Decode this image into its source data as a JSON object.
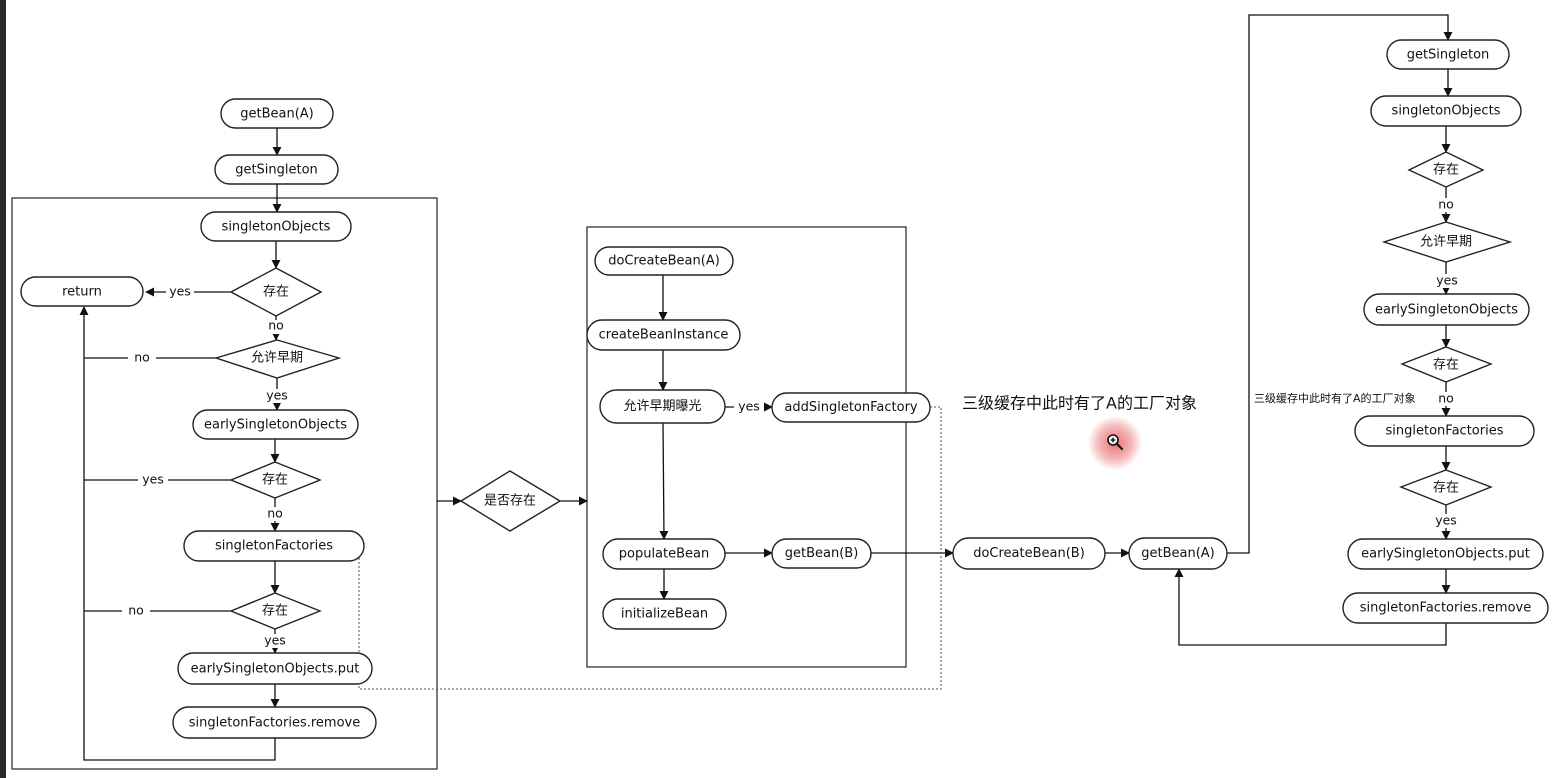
{
  "nodes": {
    "getbean_a": "getBean(A)",
    "get_singleton": "getSingleton",
    "singleton_objects": "singletonObjects",
    "return": "return",
    "exists_1": "存在",
    "allow_early": "允许早期",
    "early_singleton_objects": "earlySingletonObjects",
    "exists_2": "存在",
    "singleton_factories": "singletonFactories",
    "exists_3": "存在",
    "early_put": "earlySingletonObjects.put",
    "factories_remove": "singletonFactories.remove",
    "whether_exists": "是否存在",
    "do_create_bean_a": "doCreateBean(A)",
    "create_bean_instance": "createBeanInstance",
    "allow_early_exposure": "允许早期曝光",
    "add_singleton_factory": "addSingletonFactory",
    "populate_bean": "populateBean",
    "getbean_b": "getBean(B)",
    "initialize_bean": "initializeBean",
    "do_create_bean_b": "doCreateBean(B)",
    "getbean_a_2": "getBean(A)",
    "r_get_singleton": "getSingleton",
    "r_singleton_objects": "singletonObjects",
    "r_exists_1": "存在",
    "r_allow_early": "允许早期",
    "r_early_singleton_objects": "earlySingletonObjects",
    "r_exists_2": "存在",
    "r_singleton_factories": "singletonFactories",
    "r_exists_3": "存在",
    "r_early_put": "earlySingletonObjects.put",
    "r_factories_remove": "singletonFactories.remove"
  },
  "labels": {
    "l_yes_return": "yes",
    "l_no_1": "no",
    "l_no_allow": "no",
    "l_yes_allow": "yes",
    "l_yes_exists2": "yes",
    "l_no_exists2": "no",
    "l_no_exists3": "no",
    "l_yes_exists3": "yes",
    "l_yes_exposure": "yes",
    "r_no_1": "no",
    "r_yes_allow": "yes",
    "r_no_2": "no",
    "r_yes_3": "yes"
  },
  "notes": {
    "factory_note_large": "三级缓存中此时有了A的工厂对象",
    "factory_note_small": "三级缓存中此时有了A的工厂对象"
  },
  "icons": {
    "cursor": "zoom-in-icon"
  }
}
